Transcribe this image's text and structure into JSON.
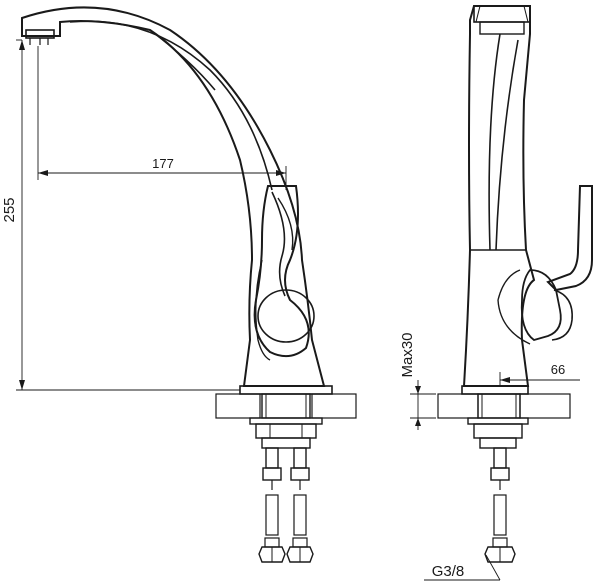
{
  "drawing": {
    "stroke_color": "#1a1a1a",
    "background_color": "#ffffff"
  },
  "dimensions": {
    "reach": "177",
    "height": "255",
    "max_counter_thickness": "Max30",
    "handle_offset": "66",
    "thread": "G3/8"
  }
}
